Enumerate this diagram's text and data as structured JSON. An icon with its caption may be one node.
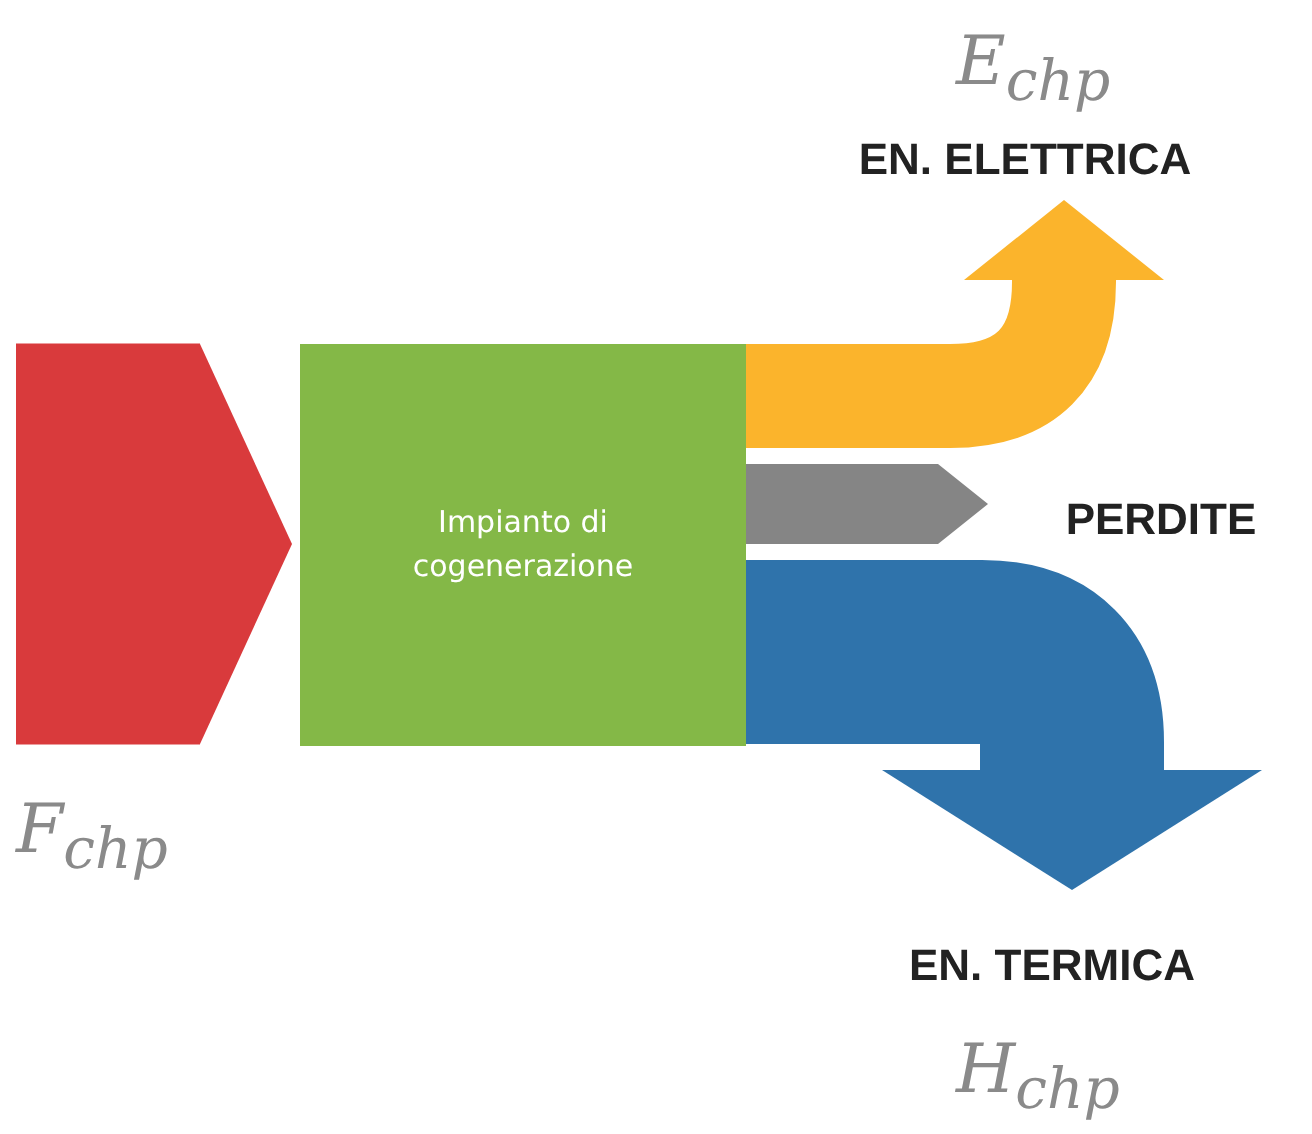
{
  "diagram": {
    "nodes": [
      {
        "text": [
          "Impianto di cogenerazione"
        ]
      },
      {
        "text": [
          "EN. ELETTRICA"
        ],
        "beside": [
          "E$_{chp}$"
        ]
      },
      {
        "text": [
          "PERDITE"
        ]
      },
      {
        "text": [
          "EN. TERMICA"
        ],
        "beside": [
          "H$_{chp}$"
        ]
      }
    ],
    "edges": [
      {
        "from": null,
        "to": 0,
        "arrow": "to",
        "style": "thick",
        "color": "#d93a3c",
        "label": "F$_{chp}$"
      },
      {
        "from": 0,
        "to": 1,
        "arrow": "to",
        "color": "#fbb42c"
      },
      {
        "from": 0,
        "to": 2,
        "arrow": "to",
        "color": "#858585"
      },
      {
        "from": 0,
        "to": 3,
        "arrow": "to",
        "color": "#2f73ab"
      }
    ]
  }
}
